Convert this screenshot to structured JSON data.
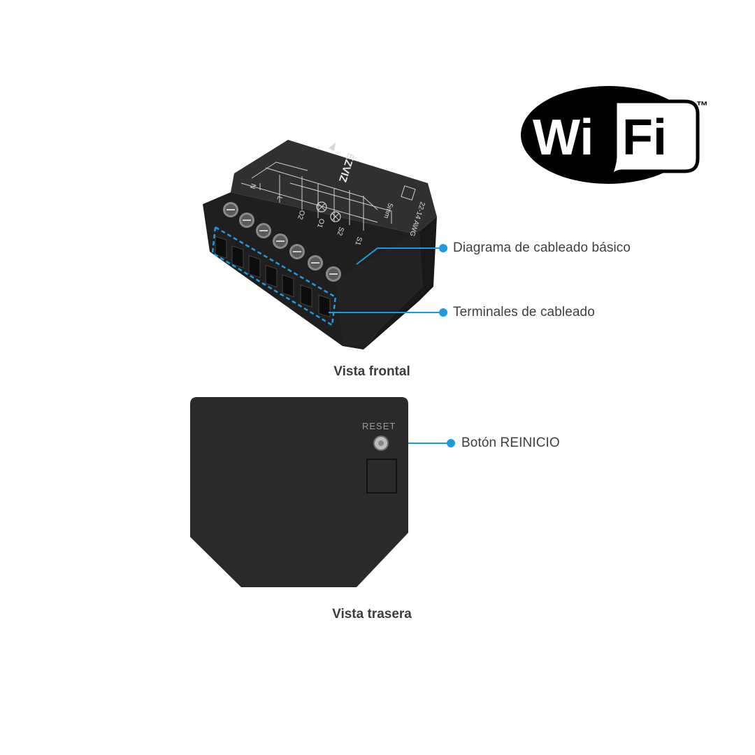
{
  "logo": {
    "text_wi": "Wi",
    "text_fi": "Fi",
    "trademark": "™"
  },
  "device": {
    "brand_mark": "EZVIZ",
    "reset_marking": "RESET",
    "wire_gauge_marking": "22-14 AWG",
    "strip_length_marking": "5mm",
    "terminal_markings": [
      "N",
      "L",
      "O2",
      "O1",
      "S2",
      "S1"
    ]
  },
  "callouts": {
    "wiring_diagram": "Diagrama de cableado básico",
    "wiring_terminals": "Terminales de cableado",
    "reset_button": "Botón REINICIO"
  },
  "captions": {
    "front_view": "Vista frontal",
    "back_view": "Vista trasera"
  },
  "colors": {
    "accent": "#1e9be0",
    "device_body": "#262626",
    "logo_black": "#000000"
  }
}
